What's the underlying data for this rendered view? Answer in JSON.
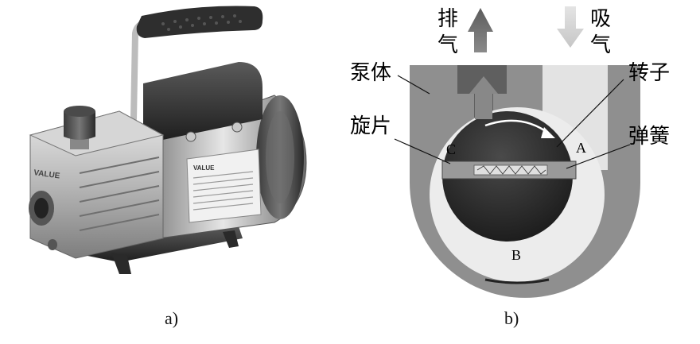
{
  "panel_a": {
    "caption": "a)",
    "logo_text": "VALUE",
    "plate_logo": "VALUE"
  },
  "panel_b": {
    "caption": "b)",
    "exhaust_label_1": "排",
    "exhaust_label_2": "气",
    "intake_label_1": "吸",
    "intake_label_2": "气",
    "pump_body_label": "泵体",
    "vane_label": "旋片",
    "rotor_label": "转子",
    "spring_label": "弹簧",
    "point_a": "A",
    "point_b": "B",
    "point_c": "C"
  }
}
